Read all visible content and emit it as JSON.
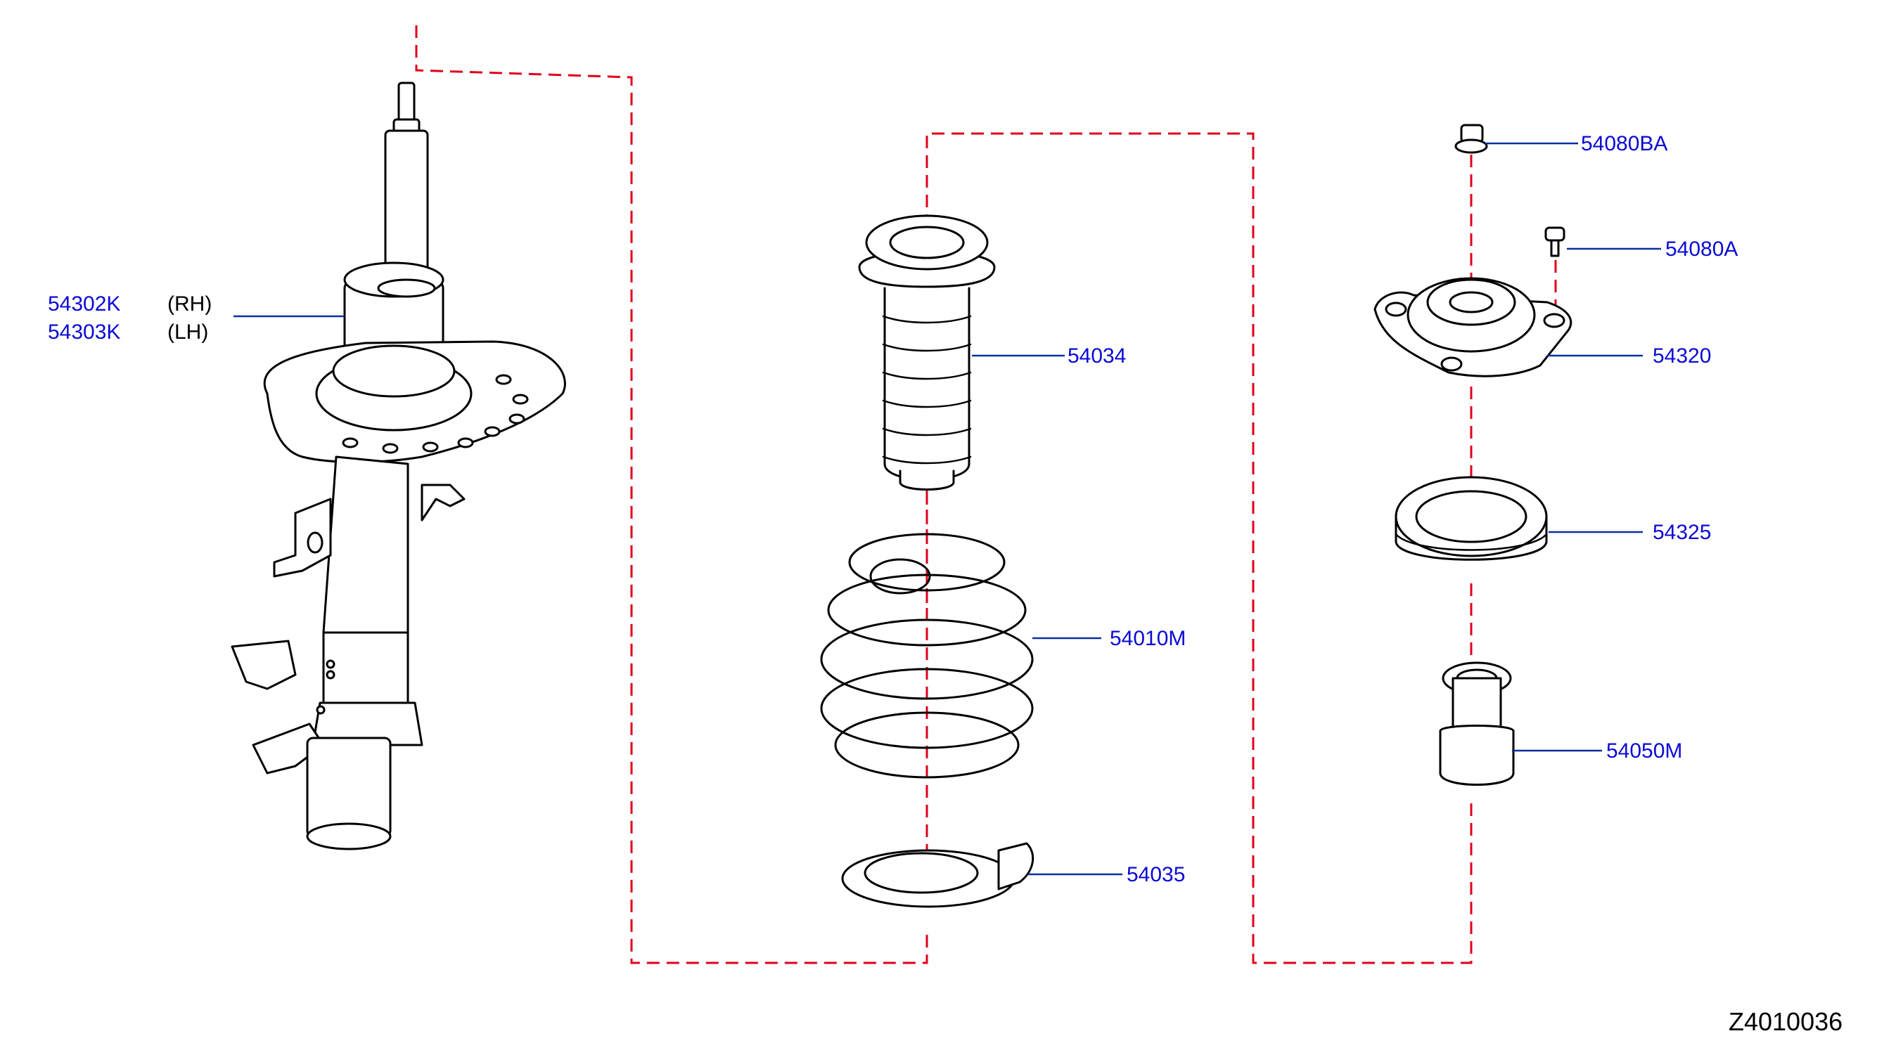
{
  "parts": {
    "strut_rh": {
      "number": "54302K",
      "side": "(RH)"
    },
    "strut_lh": {
      "number": "54303K",
      "side": "(LH)"
    },
    "bound_bumper_cover": {
      "number": "54034"
    },
    "coil_spring": {
      "number": "54010M"
    },
    "lower_spring_seat": {
      "number": "54035"
    },
    "nut_top": {
      "number": "54080BA"
    },
    "bolt": {
      "number": "54080A"
    },
    "strut_mount": {
      "number": "54320"
    },
    "bearing": {
      "number": "54325"
    },
    "bound_bumper": {
      "number": "54050M"
    }
  },
  "diagram_code": "Z4010036",
  "colors": {
    "part_numbers": "#0a0ad6",
    "leader_lines": "#0a2fa0",
    "assembly_lines": "#e0001b",
    "outlines": "#000000"
  }
}
